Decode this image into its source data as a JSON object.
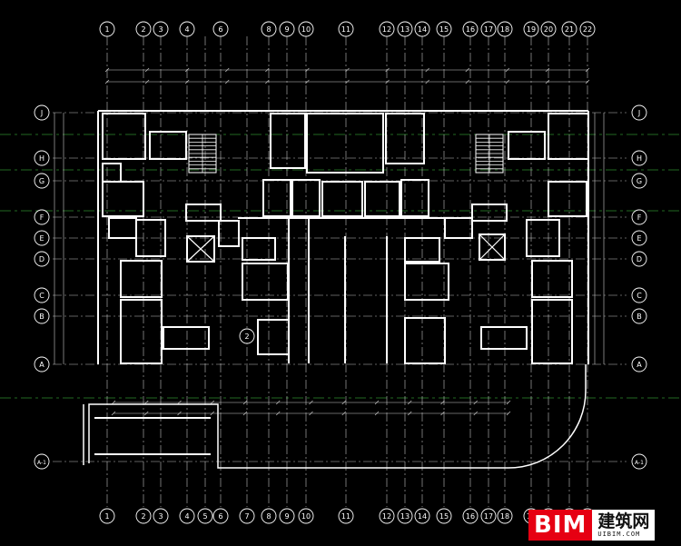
{
  "drawing": {
    "colors": {
      "background": "#000000",
      "wall": "#ffffff",
      "grid_line": "#ffffff",
      "axis_dash": "#2e8b2e",
      "dimension": "#cccccc",
      "bubble": "#ffffff"
    },
    "column_axes": [
      "1",
      "2",
      "3",
      "4",
      "6",
      "8",
      "9",
      "10",
      "11",
      "12",
      "13",
      "14",
      "15",
      "16",
      "17",
      "18",
      "19",
      "20",
      "21",
      "22"
    ],
    "column_axes_bottom": [
      "1",
      "2",
      "3",
      "4",
      "5",
      "6",
      "7",
      "8",
      "9",
      "10",
      "11",
      "12",
      "13",
      "14",
      "15",
      "16",
      "17",
      "18",
      "19",
      "20",
      "21",
      "22"
    ],
    "row_axes": [
      "J",
      "H",
      "G",
      "F",
      "E",
      "D",
      "C",
      "B",
      "A",
      "A-1"
    ],
    "room_tag": "2"
  },
  "logo": {
    "bim": "BIM",
    "cn": "建筑网",
    "url": "UIBIM.COM"
  }
}
